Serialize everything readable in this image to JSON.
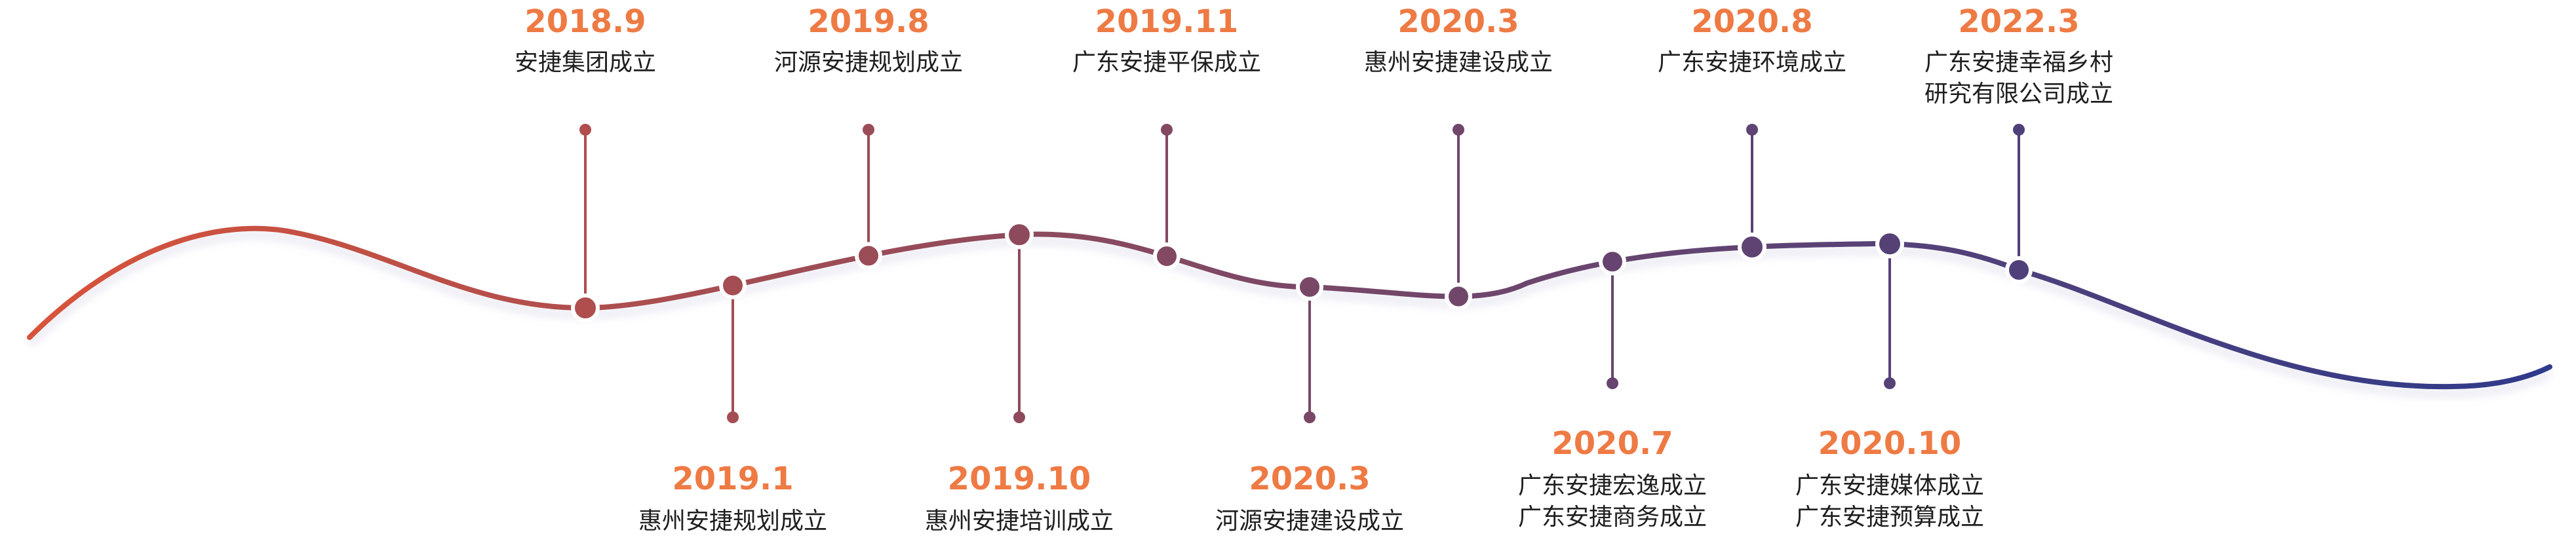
{
  "colors": {
    "start": "#d9533a",
    "mid": "#7a4866",
    "end": "#2f3a8a",
    "date": "#ee7a44",
    "text": "#1f1f1f"
  },
  "events": [
    {
      "date": "2018.9",
      "lines": [
        "安捷集团成立"
      ],
      "side": "top"
    },
    {
      "date": "2019.1",
      "lines": [
        "惠州安捷规划成立"
      ],
      "side": "bottom"
    },
    {
      "date": "2019.8",
      "lines": [
        "河源安捷规划成立"
      ],
      "side": "top"
    },
    {
      "date": "2019.10",
      "lines": [
        "惠州安捷培训成立"
      ],
      "side": "bottom"
    },
    {
      "date": "2019.11",
      "lines": [
        "广东安捷平保成立"
      ],
      "side": "top"
    },
    {
      "date": "2020.3",
      "lines": [
        "河源安捷建设成立"
      ],
      "side": "bottom"
    },
    {
      "date": "2020.3",
      "lines": [
        "惠州安捷建设成立"
      ],
      "side": "top"
    },
    {
      "date": "2020.7",
      "lines": [
        "广东安捷宏逸成立",
        "广东安捷商务成立"
      ],
      "side": "bottom"
    },
    {
      "date": "2020.8",
      "lines": [
        "广东安捷环境成立"
      ],
      "side": "top"
    },
    {
      "date": "2020.10",
      "lines": [
        "广东安捷媒体成立",
        "广东安捷预算成立"
      ],
      "side": "bottom"
    },
    {
      "date": "2022.3",
      "lines": [
        "广东安捷幸福乡村",
        "研究有限公司成立"
      ],
      "side": "top"
    }
  ]
}
